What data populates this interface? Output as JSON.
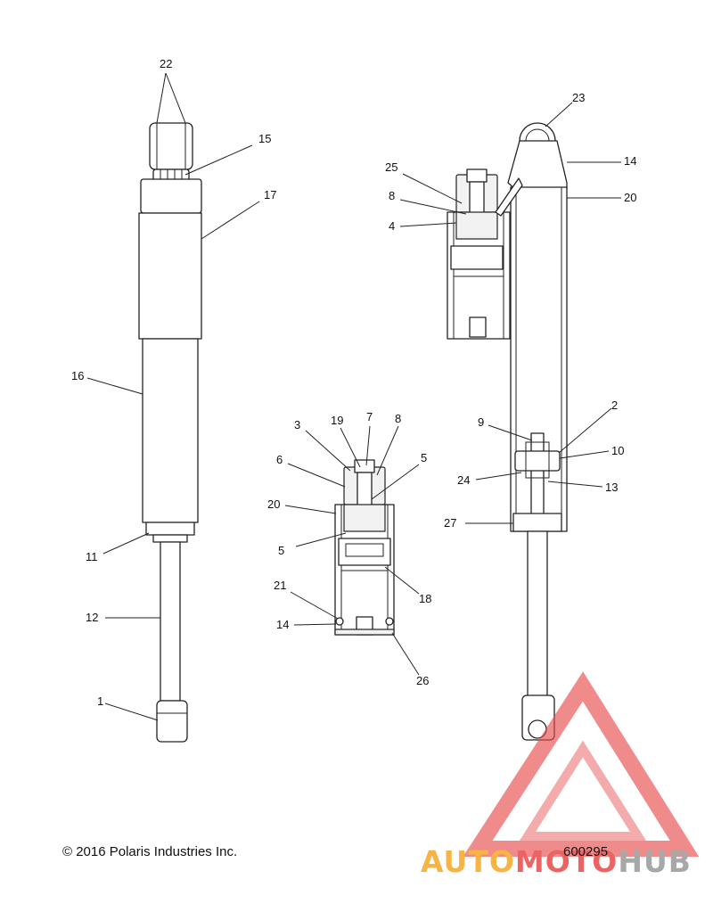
{
  "callouts": [
    {
      "id": "left-22",
      "label": "22"
    },
    {
      "id": "left-15",
      "label": "15"
    },
    {
      "id": "left-17",
      "label": "17"
    },
    {
      "id": "left-16",
      "label": "16"
    },
    {
      "id": "left-11",
      "label": "11"
    },
    {
      "id": "left-12",
      "label": "12"
    },
    {
      "id": "left-1",
      "label": "1"
    },
    {
      "id": "mid-3",
      "label": "3"
    },
    {
      "id": "mid-19",
      "label": "19"
    },
    {
      "id": "mid-7",
      "label": "7"
    },
    {
      "id": "mid-8",
      "label": "8"
    },
    {
      "id": "mid-6",
      "label": "6"
    },
    {
      "id": "mid-5a",
      "label": "5"
    },
    {
      "id": "mid-20",
      "label": "20"
    },
    {
      "id": "mid-5b",
      "label": "5"
    },
    {
      "id": "mid-18",
      "label": "18"
    },
    {
      "id": "mid-21",
      "label": "21"
    },
    {
      "id": "mid-14",
      "label": "14"
    },
    {
      "id": "mid-26",
      "label": "26"
    },
    {
      "id": "right-23",
      "label": "23"
    },
    {
      "id": "right-14",
      "label": "14"
    },
    {
      "id": "right-20",
      "label": "20"
    },
    {
      "id": "right-25",
      "label": "25"
    },
    {
      "id": "right-8",
      "label": "8"
    },
    {
      "id": "right-4",
      "label": "4"
    },
    {
      "id": "right-9",
      "label": "9"
    },
    {
      "id": "right-2",
      "label": "2"
    },
    {
      "id": "right-10",
      "label": "10"
    },
    {
      "id": "right-24",
      "label": "24"
    },
    {
      "id": "right-13",
      "label": "13"
    },
    {
      "id": "right-27",
      "label": "27"
    }
  ],
  "footer": {
    "copyright": "© 2016 Polaris Industries Inc.",
    "diagram_number": "600295"
  },
  "watermark": {
    "word_part1": "AUTO",
    "word_part2": "MOTO",
    "word_part3": "HUB",
    "colors": {
      "red": "#e84a4a",
      "orange": "#f6a623",
      "gray": "#9a9a9a"
    }
  }
}
